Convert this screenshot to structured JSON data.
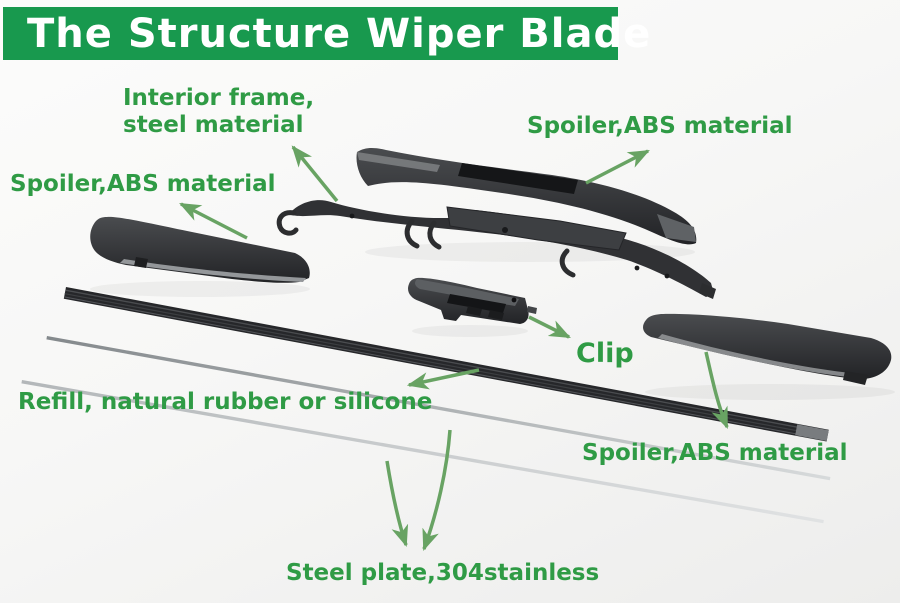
{
  "header": {
    "title": "The Structure Wiper Blade"
  },
  "labels": {
    "interior_frame_line1": "Interior frame,",
    "interior_frame_line2": "steel material",
    "spoiler_top_right": "Spoiler,ABS material",
    "spoiler_left": "Spoiler,ABS material",
    "clip": "Clip",
    "refill": "Refill, natural rubber or silicone",
    "spoiler_bottom_right": "Spoiler,ABS material",
    "steel_plate": "Steel plate,304stainless"
  },
  "colors": {
    "banner_green": "#18994e",
    "title_white": "#ffffff",
    "label_green": "#2f9b45",
    "arrow_green": "#68a363",
    "part_dark": "#2f3134",
    "steel_gray": "#c8cbcd",
    "background": "#f6f6f5"
  }
}
